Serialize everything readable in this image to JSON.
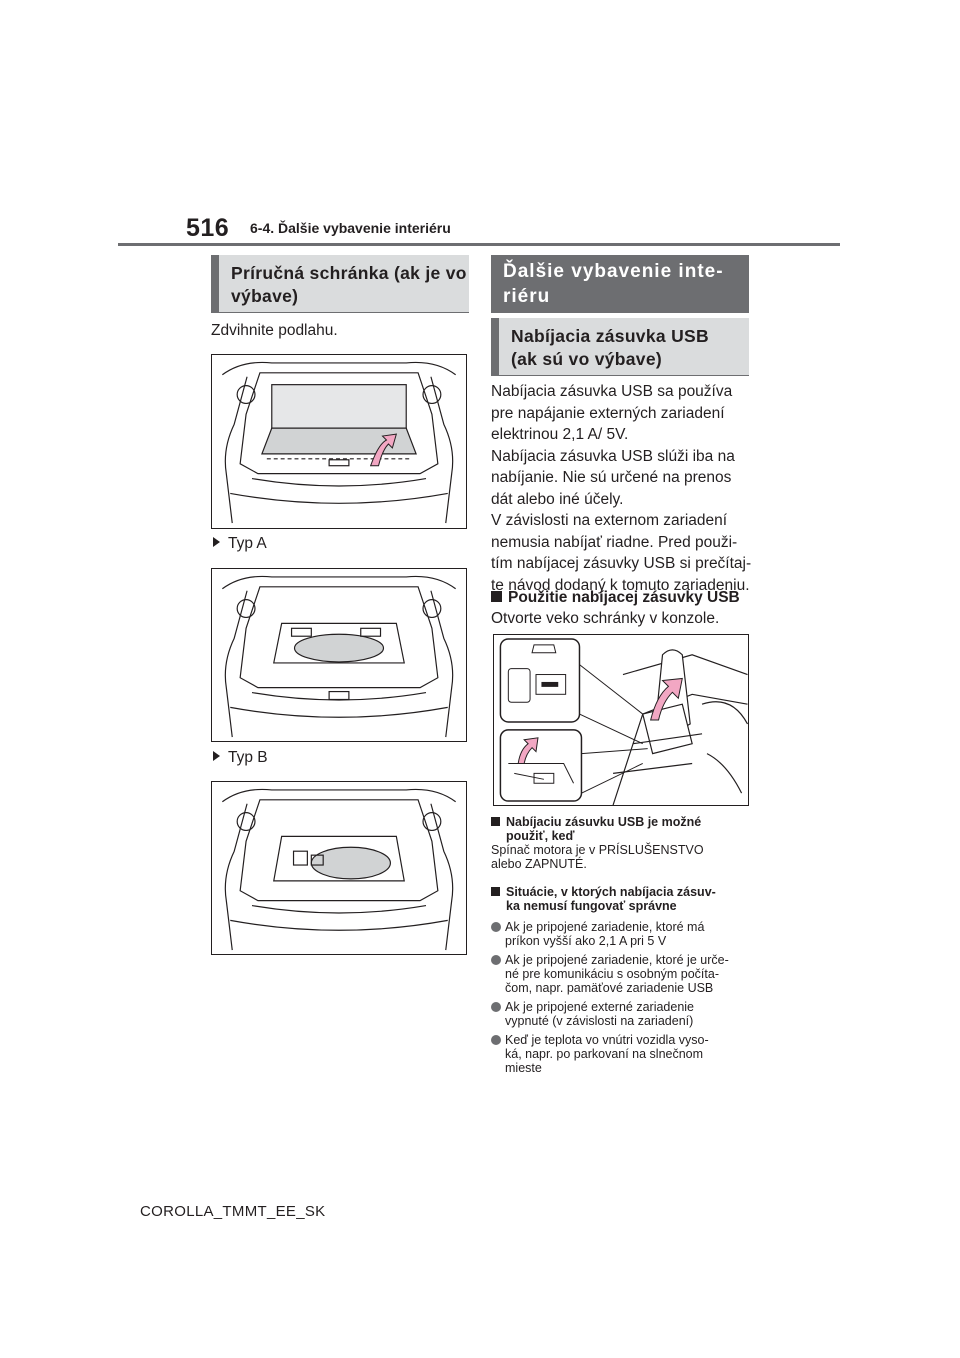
{
  "header": {
    "page_number": "516",
    "section": "6-4. Ďalšie vybavenie interiéru"
  },
  "left": {
    "box_title_line1": "Príručná schránka (ak je vo",
    "box_title_line2": "výbave)",
    "intro": "Zdvihnite podlahu.",
    "type_a": "Typ A",
    "type_b": "Typ B"
  },
  "right": {
    "dark_title_line1": "Ďalšie vybavenie inte-",
    "dark_title_line2": "riéru",
    "box_title_line1": "Nabíjacia zásuvka USB",
    "box_title_line2": "(ak sú vo výbave)",
    "para_lines": [
      "Nabíjacia zásuvka USB sa používa",
      "pre napájanie externých zariadení",
      "elektrinou 2,1 A/ 5V.",
      "Nabíjacia zásuvka USB slúži iba na",
      "nabíjanie. Nie sú určené na prenos",
      "dát alebo iné účely.",
      "V závislosti na externom zariadení",
      "nemusia nabíjať riadne. Pred použi-",
      "tím nabíjacej zásuvky USB si prečítaj-",
      "te návod dodaný k tomuto zariadeniu."
    ],
    "subhead": "Použitie nabíjacej zásuvky USB",
    "subhead_text": "Otvorte veko schránky v konzole.",
    "note1_head_line1": "Nabíjaciu zásuvku USB je možné",
    "note1_head_line2": "použiť, keď",
    "note1_text_line1": "Spínač motora je v PRÍSLUŠENSTVO",
    "note1_text_line2": "alebo ZAPNUTÉ.",
    "note2_head_line1": "Situácie, v ktorých nabíjacia zásuv-",
    "note2_head_line2": "ka nemusí fungovať správne",
    "bullets": [
      [
        "Ak je pripojené zariadenie, ktoré má",
        "príkon vyšší ako 2,1 A pri 5 V"
      ],
      [
        "Ak je pripojené zariadenie, ktoré je urče-",
        "né pre komunikáciu s osobným počíta-",
        "čom, napr. pamäťové zariadenie USB"
      ],
      [
        "Ak je pripojené externé zariadenie",
        "vypnuté (v závislosti na zariadení)"
      ],
      [
        "Keď je teplota vo vnútri vozidla vyso-",
        "ká, napr. po parkovaní na slnečnom",
        "mieste"
      ]
    ]
  },
  "footer": {
    "doc_id": "COROLLA_TMMT_EE_SK"
  },
  "colors": {
    "accent_gray": "#6d6e71",
    "box_fill": "#dadcdd",
    "arrow_pink": "#f2a7c3"
  }
}
